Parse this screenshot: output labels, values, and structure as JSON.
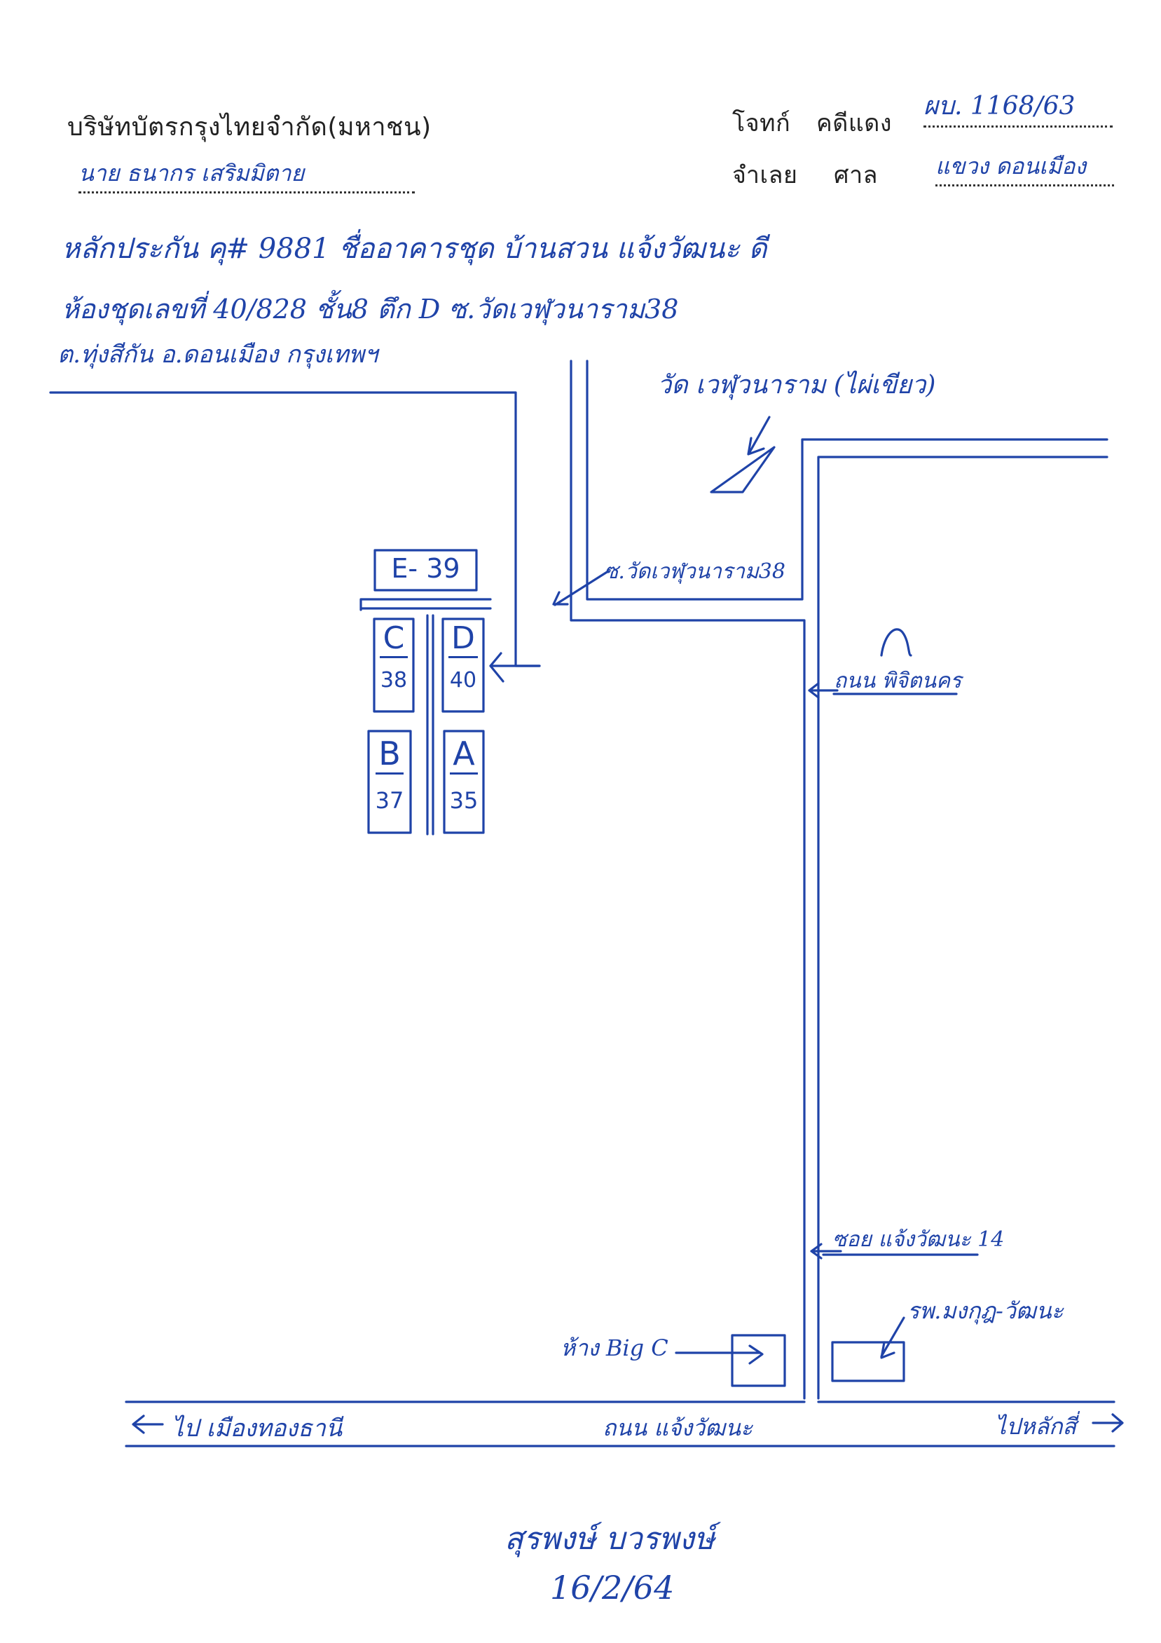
{
  "header": {
    "company": "บริษัทบัตรกรุงไทยจำกัด(มหาชน)",
    "plaintiff_label": "โจทก์",
    "red_case_label": "คดีแดง",
    "red_case_number": "ผบ. 1168/63",
    "defendant_label": "จำเลย",
    "court_label": "ศาล",
    "court_name": "แขวง ดอนเมือง",
    "defendant_name": "นาย ธนากร เสริมมิตาย"
  },
  "collateral": {
    "line1": "หลักประกัน คุ# 9881 ชื่ออาคารชุด บ้านสวน แจ้งวัฒนะ ดี",
    "line2": "ห้องชุดเลขที่ 40/828 ชั้น8 ตึก D ซ.วัดเวฬุวนาราม38",
    "line3": "ต.ทุ่งสีกัน อ.ดอนเมือง กรุงเทพฯ"
  },
  "map": {
    "temple_label": "วัด เวฬุวนาราม (ไผ่เขียว)",
    "soi_label": "ซ.วัดเวฬุวนาราม38",
    "road_phahon": "ถนน พิจิตนคร",
    "soi_chaeng": "ซอย แจ้งวัฒนะ 14",
    "bigc_label": "ห้าง Big C",
    "hospital_label": "รพ.มงกุฎ-วัฒนะ",
    "road_chaeng": "ถนน แจ้งวัฒนะ",
    "to_left": "ไป เมืองทองธานี",
    "to_right": "ไปหลักสี่",
    "buildings": [
      {
        "letter": "E-",
        "number": "39"
      },
      {
        "letter": "C",
        "number": "38"
      },
      {
        "letter": "D",
        "number": "40"
      },
      {
        "letter": "B",
        "number": "37"
      },
      {
        "letter": "A",
        "number": "35"
      }
    ]
  },
  "signature": {
    "name": "สุรพงษ์ บวรพงษ์",
    "date": "16/2/64"
  },
  "colors": {
    "ink": "#1f43a8",
    "print": "#222222",
    "paper": "#ffffff"
  }
}
